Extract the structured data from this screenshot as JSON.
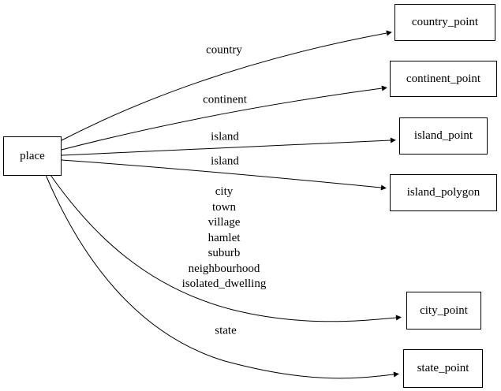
{
  "diagram": {
    "colors": {
      "line": "#000000",
      "background": "#ffffff",
      "node_border": "#000000"
    },
    "nodes": {
      "place": {
        "label": "place"
      },
      "country_point": {
        "label": "country_point"
      },
      "continent_point": {
        "label": "continent_point"
      },
      "island_point": {
        "label": "island_point"
      },
      "island_polygon": {
        "label": "island_polygon"
      },
      "city_point": {
        "label": "city_point"
      },
      "state_point": {
        "label": "state_point"
      }
    },
    "edges": [
      {
        "from": "place",
        "to": "country_point",
        "label": "country"
      },
      {
        "from": "place",
        "to": "continent_point",
        "label": "continent"
      },
      {
        "from": "place",
        "to": "island_point",
        "label": "island"
      },
      {
        "from": "place",
        "to": "island_polygon",
        "label": "island"
      },
      {
        "from": "place",
        "to": "city_point",
        "label": "city\ntown\nvillage\nhamlet\nsuburb\nneighbourhood\nisolated_dwelling"
      },
      {
        "from": "place",
        "to": "state_point",
        "label": "state"
      }
    ]
  }
}
